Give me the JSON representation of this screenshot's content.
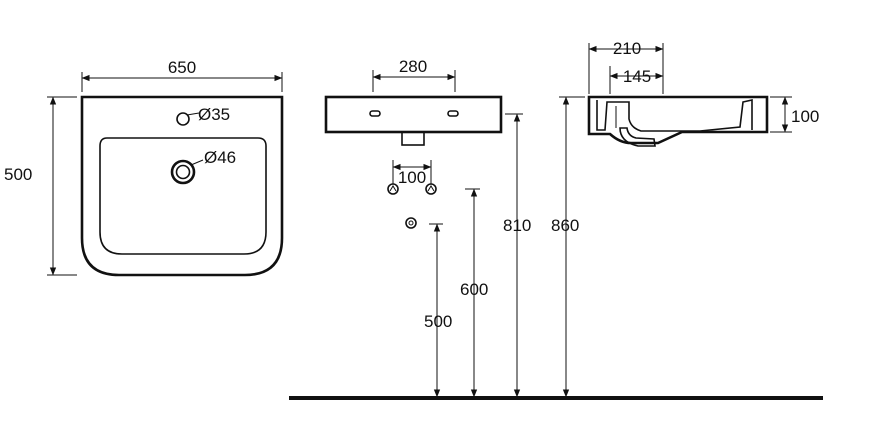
{
  "colors": {
    "line": "#111111",
    "background": "#ffffff"
  },
  "top_view": {
    "width_label": "650",
    "depth_label": "500",
    "tap_hole_label": "Ø35",
    "drain_label": "Ø46"
  },
  "front_view": {
    "width_label": "280",
    "waste_spacing_label": "100",
    "height_810_label": "810",
    "height_600_label": "600",
    "height_500_label": "500"
  },
  "side_view": {
    "outer_width_label": "210",
    "inner_width_label": "145",
    "basin_height_label": "100",
    "height_860_label": "860"
  }
}
